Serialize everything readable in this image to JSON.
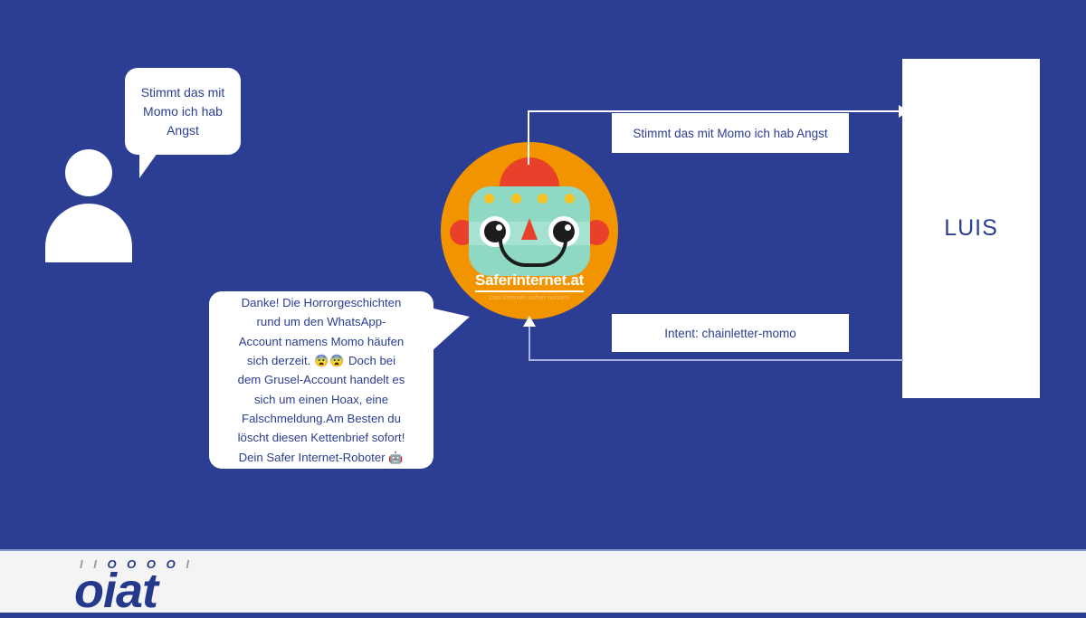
{
  "background_color": "#2b3e93",
  "accent_orange": "#f29400",
  "user": {
    "avatar_name": "user-avatar",
    "message": "Stimmt das mit Momo ich hab Angst"
  },
  "bot": {
    "reply_line1": "Danke! Die Horrorgeschichten",
    "reply_line2": "rund um den WhatsApp-",
    "reply_line3": "Account namens Momo häufen",
    "reply_line4_pre": "sich derzeit. ",
    "reply_emoji_fear": "😨😨",
    "reply_line4_post": " Doch bei",
    "reply_line5": "dem Grusel-Account handelt es",
    "reply_line6": "sich um einen Hoax, eine",
    "reply_line7": "Falschmeldung.Am Besten du",
    "reply_line8": "löscht diesen Kettenbrief sofort!",
    "reply_line9_pre": "Dein Safer Internet-Roboter ",
    "reply_emoji_robot": "🤖"
  },
  "mascot": {
    "brand_name": "Saferinternet.at",
    "tagline": "Das Internet sicher nutzen!",
    "hat_color": "#e8402a",
    "face_color": "#8ed8c4",
    "dot_color": "#f6c323",
    "circle_color": "#f29400"
  },
  "flow": {
    "request_box": "Stimmt das mit Momo ich hab Angst",
    "intent_box": "Intent: chainletter-momo",
    "service_name": "LUIS"
  },
  "footer": {
    "logo_bits_pre": "I I ",
    "logo_bits_mid": "O O O O",
    "logo_bits_post": " I",
    "logo_word": "oiat"
  }
}
